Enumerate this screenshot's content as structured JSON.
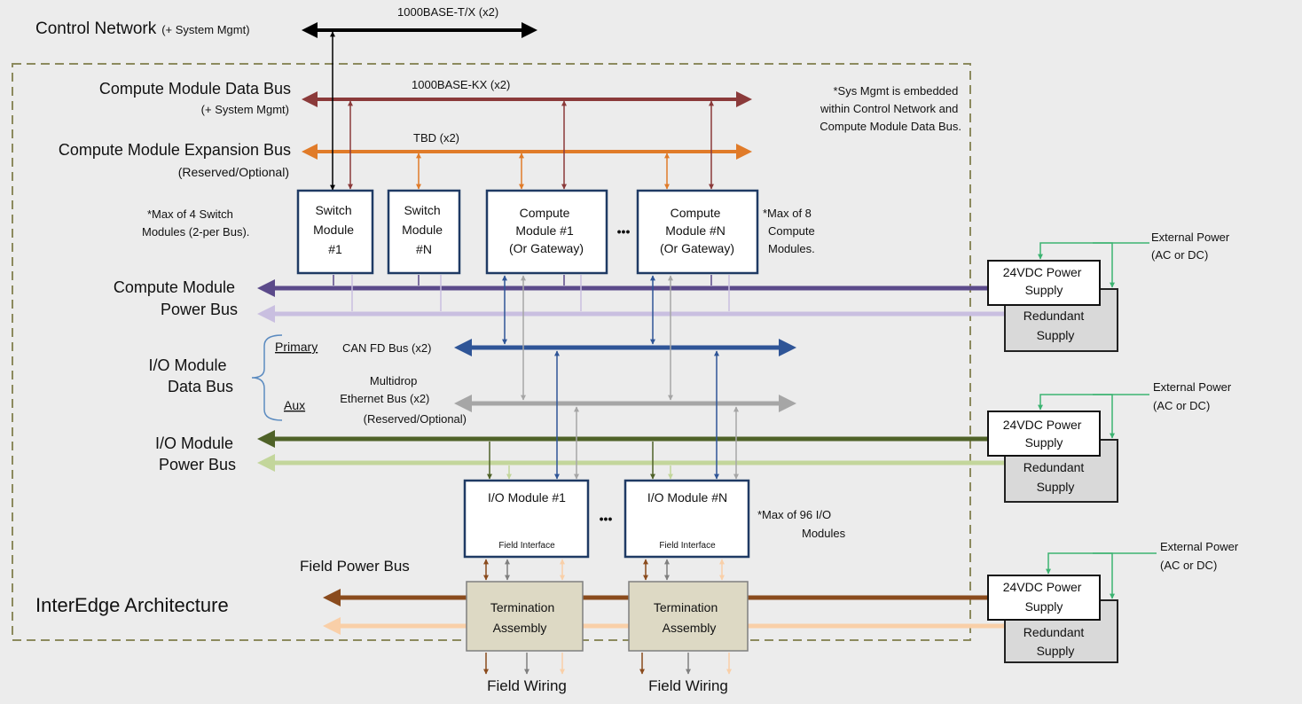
{
  "title": "InterEdge Architecture",
  "buses": {
    "control_network": {
      "label": "Control Network",
      "suffix": "(+ System Mgmt)",
      "spec": "1000BASE-T/X (x2)"
    },
    "data_bus": {
      "label": "Compute Module Data Bus",
      "sub": "(+ System Mgmt)",
      "spec": "1000BASE-KX (x2)"
    },
    "expansion_bus": {
      "label": "Compute Module Expansion Bus",
      "sub": "(Reserved/Optional)",
      "spec": "TBD (x2)"
    },
    "compute_power": {
      "line1": "Compute Module",
      "line2": "Power Bus"
    },
    "io_data": {
      "line1": "I/O Module",
      "line2": "Data Bus",
      "primary": "Primary",
      "primary_spec": "CAN FD Bus (x2)",
      "aux": "Aux",
      "aux_line1": "Multidrop",
      "aux_line2": "Ethernet Bus (x2)",
      "aux_line3": "(Reserved/Optional)"
    },
    "io_power": {
      "line1": "I/O Module",
      "line2": "Power Bus"
    },
    "field_power": {
      "label": "Field Power Bus"
    }
  },
  "notes": {
    "sys_mgmt": [
      "*Sys Mgmt is embedded",
      "within Control Network and",
      "Compute Module Data Bus."
    ],
    "switch_max": [
      "*Max of 4 Switch",
      "Modules (2-per Bus)."
    ],
    "compute_max": [
      "*Max of 8",
      "Compute",
      "Modules."
    ],
    "io_max": [
      "*Max of 96 I/O",
      "Modules"
    ]
  },
  "modules": {
    "switch1": [
      "Switch",
      "Module",
      "#1"
    ],
    "switchN": [
      "Switch",
      "Module",
      "#N"
    ],
    "compute1": [
      "Compute",
      "Module #1",
      "(Or Gateway)"
    ],
    "computeN": [
      "Compute",
      "Module #N",
      "(Or Gateway)"
    ],
    "io1": {
      "title": "I/O Module #1",
      "sub": "Field Interface"
    },
    "ioN": {
      "title": "I/O Module #N",
      "sub": "Field Interface"
    },
    "ellipsis": "•••"
  },
  "termination": [
    "Termination",
    "Assembly"
  ],
  "field_wiring": "Field Wiring",
  "power_supply": {
    "main": [
      "24VDC Power",
      "Supply"
    ],
    "redundant": [
      "Redundant",
      "Supply"
    ],
    "external": [
      "External Power",
      "(AC or DC)"
    ]
  },
  "colors": {
    "control": "#000000",
    "data": "#8b3a3a",
    "expansion": "#e07b29",
    "compute_power": "#5b4a8a",
    "compute_power_light": "#c9bfe0",
    "can": "#2f5597",
    "ethernet": "#a6a6a6",
    "io_power": "#4f6228",
    "io_power_light": "#c3d69b",
    "field_power": "#8a4b1d",
    "field_power_light": "#f9cfa8",
    "green": "#3cb371",
    "frame": "#8c8a5e"
  }
}
